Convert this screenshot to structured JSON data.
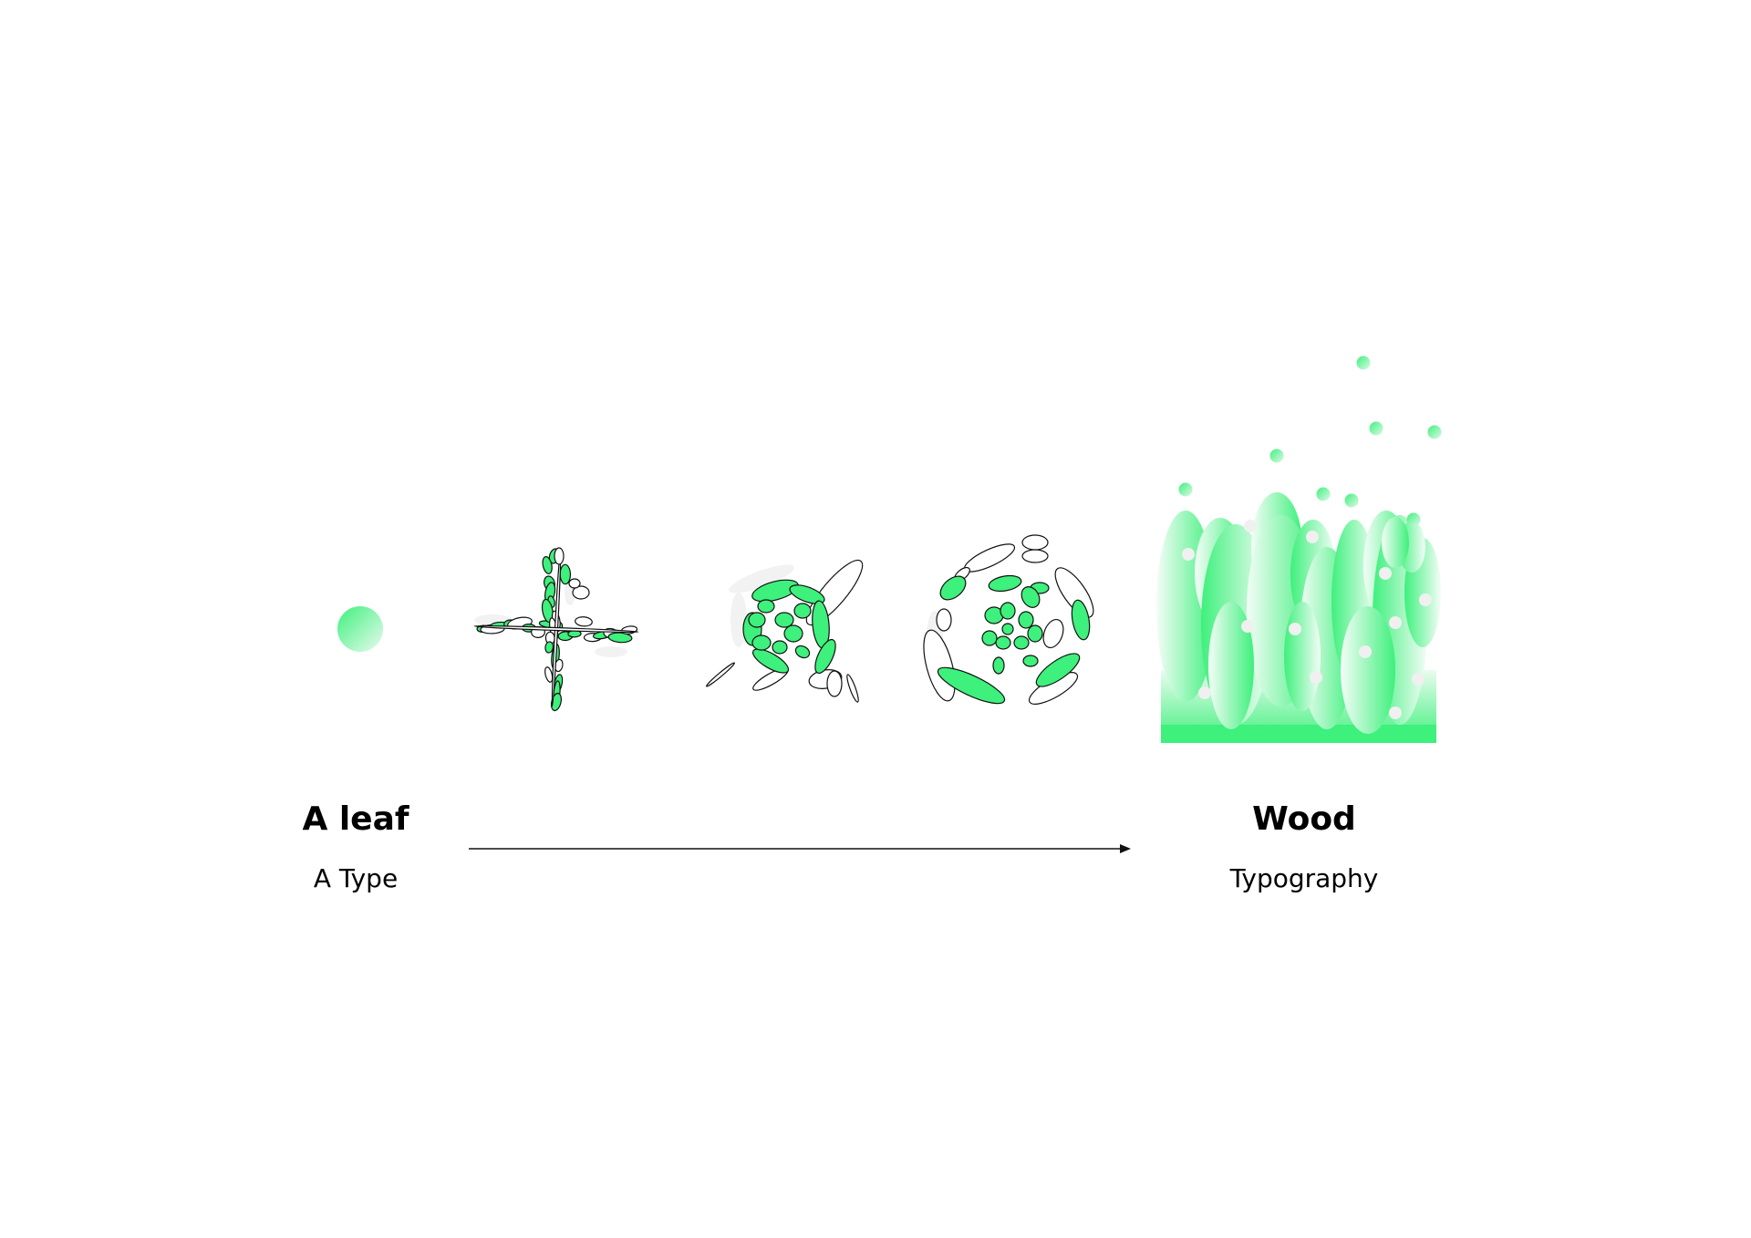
{
  "start": {
    "title": "A leaf",
    "subtitle": "A Type"
  },
  "end": {
    "title": "Wood",
    "subtitle": "Typography"
  },
  "colors": {
    "accent": "#3ef07c",
    "light": "#f2f2f2",
    "stroke": "#111111",
    "text": "#000000"
  },
  "stages": [
    "dot",
    "cross-burst",
    "swirl",
    "ring",
    "forest"
  ]
}
